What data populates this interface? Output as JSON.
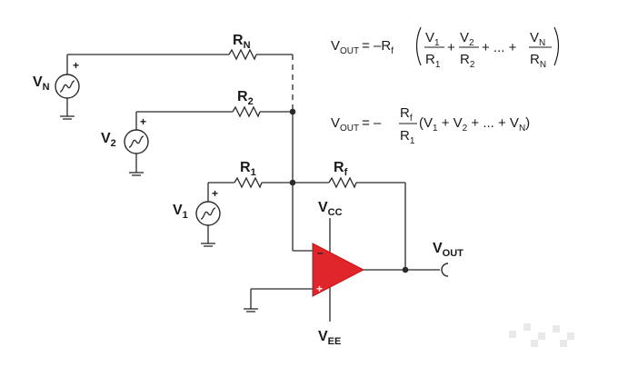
{
  "colors": {
    "wire": "#2a2a2a",
    "opamp_fill": "#e0262a",
    "opamp_signs": "#ffffff",
    "text": "#1a1a1a"
  },
  "labels": {
    "rn": {
      "main": "R",
      "sub": "N"
    },
    "r2": {
      "main": "R",
      "sub": "2"
    },
    "r1": {
      "main": "R",
      "sub": "1"
    },
    "rf": {
      "main": "R",
      "sub": "f"
    },
    "vn": {
      "main": "V",
      "sub": "N"
    },
    "v2": {
      "main": "V",
      "sub": "2"
    },
    "v1": {
      "main": "V",
      "sub": "1"
    },
    "vcc": {
      "main": "V",
      "sub": "CC"
    },
    "vee": {
      "main": "V",
      "sub": "EE"
    },
    "vout": {
      "main": "V",
      "sub": "OUT"
    }
  },
  "signs": {
    "plus": "+",
    "minus": "–",
    "opamp_minus": "–",
    "opamp_plus": "+"
  },
  "equations": {
    "eq1": {
      "lhs_main": "V",
      "lhs_sub": "OUT",
      "equals_neg": "= –R",
      "rf_sub": "f",
      "t1_num": "V",
      "t1_num_sub": "1",
      "t1_den": "R",
      "t1_den_sub": "1",
      "plus1": "+",
      "t2_num": "V",
      "t2_num_sub": "2",
      "t2_den": "R",
      "t2_den_sub": "2",
      "ellipsis": "+ ... +",
      "tn_num": "V",
      "tn_num_sub": "N",
      "tn_den": "R",
      "tn_den_sub": "N"
    },
    "eq2": {
      "lhs_main": "V",
      "lhs_sub": "OUT",
      "equals_neg": "= –",
      "num": "R",
      "num_sub": "f",
      "den": "R",
      "den_sub": "1",
      "open": "(V",
      "s1": "1",
      "p1": " + V",
      "s2": "2",
      "p2": " + ... + V",
      "sn": "N",
      "close": ")"
    }
  }
}
